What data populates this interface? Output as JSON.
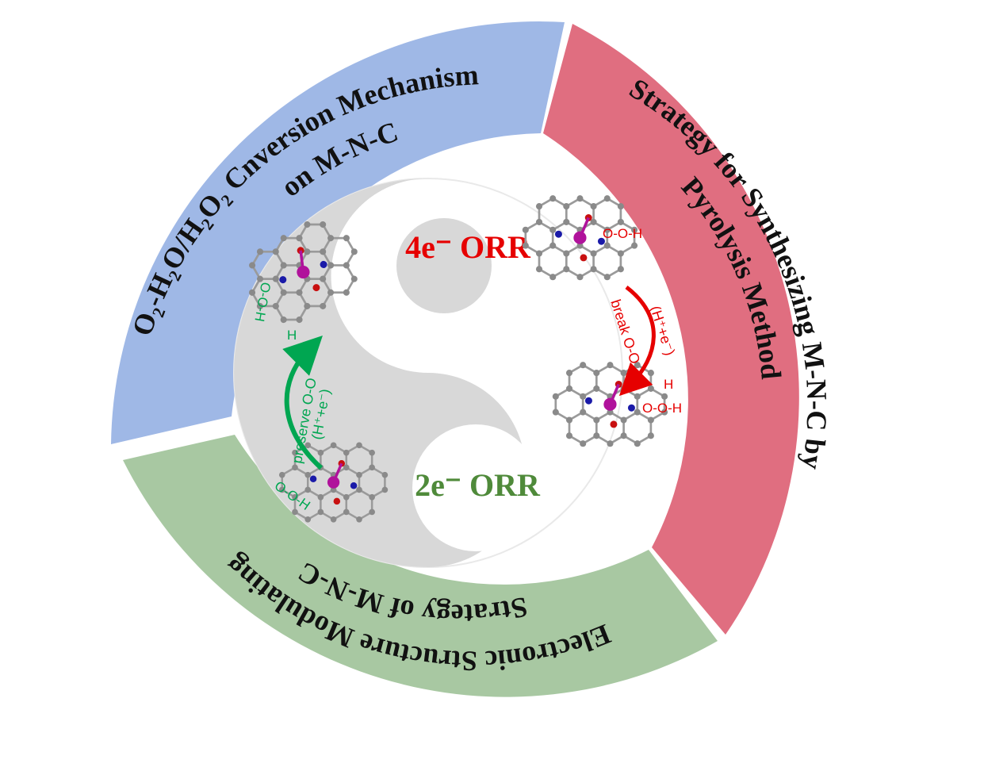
{
  "colors": {
    "blue_segment": "#9fb8e6",
    "red_segment": "#e06e80",
    "green_segment": "#a8c8a2",
    "yinyang_gray": "#d8d8d8",
    "red_text": "#e60000",
    "green_text": "#00a651",
    "dark_green_text": "#4f8a3a",
    "atom_gray": "#8a8a8a",
    "atom_metal": "#b0129b",
    "atom_n": "#1a1aa8",
    "atom_o": "#c81010"
  },
  "segments": {
    "blue": {
      "line1": "O₂-H₂O/H₂O₂ Cnversion Mechanism",
      "line2": "on M-N-C"
    },
    "red": {
      "line1": "Strategy for Synthesizing M-N-C by",
      "line2": "Pyrolysis Method"
    },
    "green": {
      "line1": "Electronic Structure Modulating",
      "line2": "Strategy of M-N-C"
    }
  },
  "center": {
    "orr_4e": "4e⁻ ORR",
    "orr_2e": "2e⁻ ORR"
  },
  "pathway_4e": {
    "top_adsorbate": "O-O-H",
    "bottom_adsorbate_h": "H",
    "bottom_adsorbate": "O-O-H",
    "arrow_label_1": "break O-O",
    "arrow_label_2": "(H⁺+e⁻)"
  },
  "pathway_2e": {
    "top_adsorbate": "O-O-H",
    "top_adsorbate_h": "H",
    "bottom_adsorbate": "O-O-H",
    "arrow_label_1": "preserve O-O",
    "arrow_label_2": "(H⁺+e⁻)"
  }
}
